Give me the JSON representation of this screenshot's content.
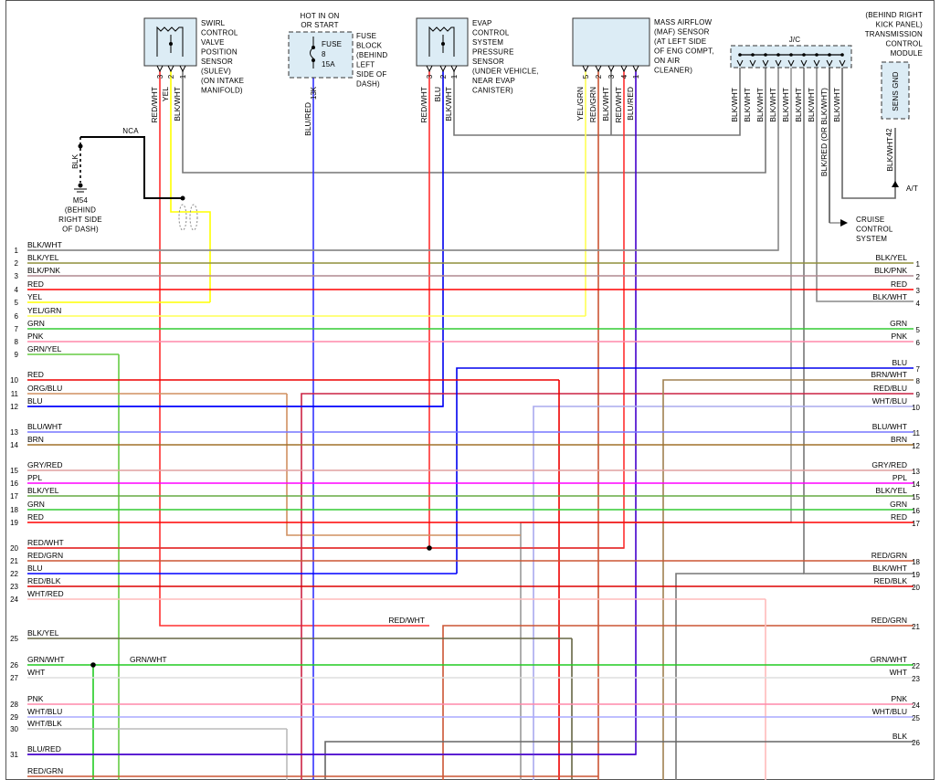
{
  "components": {
    "swirl": [
      "SWIRL",
      "CONTROL",
      "VALVE",
      "POSITION",
      "SENSOR",
      "(SULEV)",
      "(ON INTAKE",
      "MANIFOLD)"
    ],
    "hot_header": [
      "HOT IN ON",
      "OR START"
    ],
    "fuse_inside": [
      "FUSE",
      "8",
      "15A"
    ],
    "fuse_block": [
      "FUSE",
      "BLOCK",
      "(BEHIND",
      "LEFT",
      "SIDE OF",
      "DASH)"
    ],
    "evap": [
      "EVAP",
      "CONTROL",
      "SYSTEM",
      "PRESSURE",
      "SENSOR",
      "(UNDER VEHICLE,",
      "NEAR EVAP",
      "CANISTER)"
    ],
    "maf": [
      "MASS AIRFLOW",
      "(MAF) SENSOR",
      "(AT LEFT SIDE",
      "OF ENG COMPT,",
      "ON AIR",
      "CLEANER)"
    ],
    "jc": "J/C",
    "tcm": [
      "(BEHIND RIGHT",
      "KICK PANEL)",
      "TRANSMISSION",
      "CONTROL",
      "MODULE"
    ],
    "tcm_inside": "SENS GND",
    "tcm_pin": "42",
    "ground": [
      "M54",
      "(BEHIND",
      "RIGHT SIDE",
      "OF DASH)"
    ],
    "nca": "NCA",
    "cruise": [
      "CRUISE",
      "CONTROL",
      "SYSTEM"
    ],
    "at": "A/T"
  },
  "vertical_labels": {
    "swirl": [
      {
        "pin": "3",
        "wire": "RED/WHT"
      },
      {
        "pin": "2",
        "wire": "YEL"
      },
      {
        "pin": "1",
        "wire": "BLK/WHT"
      }
    ],
    "fuse": {
      "pin": "13K",
      "wire": "BLU/RED"
    },
    "evap": [
      {
        "pin": "3",
        "wire": "RED/WHT"
      },
      {
        "pin": "2",
        "wire": "BLU"
      },
      {
        "pin": "1",
        "wire": "BLK/WHT"
      }
    ],
    "maf": [
      {
        "pin": "5",
        "wire": "YEL/GRN"
      },
      {
        "pin": "2",
        "wire": "RED/GRN"
      },
      {
        "pin": "3",
        "wire": "BLK/WHT"
      },
      {
        "pin": "4",
        "wire": "RED/WHT"
      },
      {
        "pin": "1",
        "wire": "BLU/RED"
      }
    ],
    "jc": [
      "BLK/WHT",
      "BLK/WHT",
      "BLK/WHT",
      "BLK/WHT",
      "BLK/WHT",
      "BLK/WHT",
      "BLK/WHT",
      "BLK/RED (OR BLK/WHT)",
      "BLK/WHT"
    ],
    "tcm": "BLK/WHT",
    "ground": "BLK"
  },
  "left_rows": [
    {
      "n": "1",
      "label": "BLK/WHT",
      "color": "#8c8c8c"
    },
    {
      "n": "2",
      "label": "BLK/YEL",
      "color": "#8f8f3c"
    },
    {
      "n": "3",
      "label": "BLK/PNK",
      "color": "#b08890"
    },
    {
      "n": "4",
      "label": "RED",
      "color": "#ff0000"
    },
    {
      "n": "5",
      "label": "YEL",
      "color": "#ffff00"
    },
    {
      "n": "6",
      "label": "YEL/GRN",
      "color": "#ffff55"
    },
    {
      "n": "7",
      "label": "GRN",
      "color": "#33cc33"
    },
    {
      "n": "8",
      "label": "PNK",
      "color": "#ff88aa"
    },
    {
      "n": "9",
      "label": "GRN/YEL",
      "color": "#66cc44"
    },
    {
      "n": "10",
      "label": "RED",
      "color": "#ee0000"
    },
    {
      "n": "11",
      "label": "ORG/BLU",
      "color": "#d09060"
    },
    {
      "n": "12",
      "label": "BLU",
      "color": "#0000ff"
    },
    {
      "n": "13",
      "label": "BLU/WHT",
      "color": "#7777ff"
    },
    {
      "n": "14",
      "label": "BRN",
      "color": "#a0702a"
    },
    {
      "n": "15",
      "label": "GRY/RED",
      "color": "#e0a0a0"
    },
    {
      "n": "16",
      "label": "PPL",
      "color": "#ff00ff"
    },
    {
      "n": "17",
      "label": "BLK/YEL",
      "color": "#66aa44"
    },
    {
      "n": "18",
      "label": "GRN",
      "color": "#33cc33"
    },
    {
      "n": "19",
      "label": "RED",
      "color": "#ff0000"
    },
    {
      "n": "20",
      "label": "RED/WHT",
      "color": "#e03030"
    },
    {
      "n": "21",
      "label": "RED/GRN",
      "color": "#cc5533"
    },
    {
      "n": "22",
      "label": "BLU",
      "color": "#0000ff"
    },
    {
      "n": "23",
      "label": "RED/BLK",
      "color": "#dd0000"
    },
    {
      "n": "24",
      "label": "WHT/RED",
      "color": "#ffbbbb"
    },
    {
      "n": "25",
      "label": "BLK/YEL",
      "color": "#666644"
    },
    {
      "n": "26",
      "label": "GRN/WHT",
      "color": "#22cc22"
    },
    {
      "n": "27",
      "label": "WHT",
      "color": "#dddddd"
    },
    {
      "n": "28",
      "label": "PNK",
      "color": "#ff88aa"
    },
    {
      "n": "29",
      "label": "WHT/BLU",
      "color": "#aaaaff"
    },
    {
      "n": "30",
      "label": "WHT/BLK",
      "color": "#bbbbbb"
    },
    {
      "n": "31",
      "label": "BLU/RED",
      "color": "#4400cc"
    },
    {
      "n": "",
      "label": "RED/GRN",
      "color": "#cc5533"
    }
  ],
  "right_rows": [
    {
      "n": "1",
      "label": "BLK/YEL"
    },
    {
      "n": "2",
      "label": "BLK/PNK"
    },
    {
      "n": "3",
      "label": "RED"
    },
    {
      "n": "4",
      "label": "BLK/WHT"
    },
    {
      "n": "5",
      "label": "GRN"
    },
    {
      "n": "6",
      "label": "PNK"
    },
    {
      "n": "7",
      "label": "BLU"
    },
    {
      "n": "8",
      "label": "BRN/WHT"
    },
    {
      "n": "9",
      "label": "RED/BLU"
    },
    {
      "n": "10",
      "label": "WHT/BLU"
    },
    {
      "n": "11",
      "label": "BLU/WHT"
    },
    {
      "n": "12",
      "label": "BRN"
    },
    {
      "n": "13",
      "label": "GRY/RED"
    },
    {
      "n": "14",
      "label": "PPL"
    },
    {
      "n": "15",
      "label": "BLK/YEL"
    },
    {
      "n": "16",
      "label": "GRN"
    },
    {
      "n": "17",
      "label": "RED"
    },
    {
      "n": "18",
      "label": "RED/GRN"
    },
    {
      "n": "19",
      "label": "BLK/WHT"
    },
    {
      "n": "20",
      "label": "RED/BLK"
    },
    {
      "n": "21",
      "label": "RED/GRN"
    },
    {
      "n": "22",
      "label": "GRN/WHT"
    },
    {
      "n": "23",
      "label": "WHT"
    },
    {
      "n": "24",
      "label": "PNK"
    },
    {
      "n": "25",
      "label": "WHT/BLU"
    },
    {
      "n": "26",
      "label": "BLK"
    }
  ],
  "mid_labels": {
    "red_wht": "RED/WHT",
    "grn_wht": "GRN/WHT"
  }
}
